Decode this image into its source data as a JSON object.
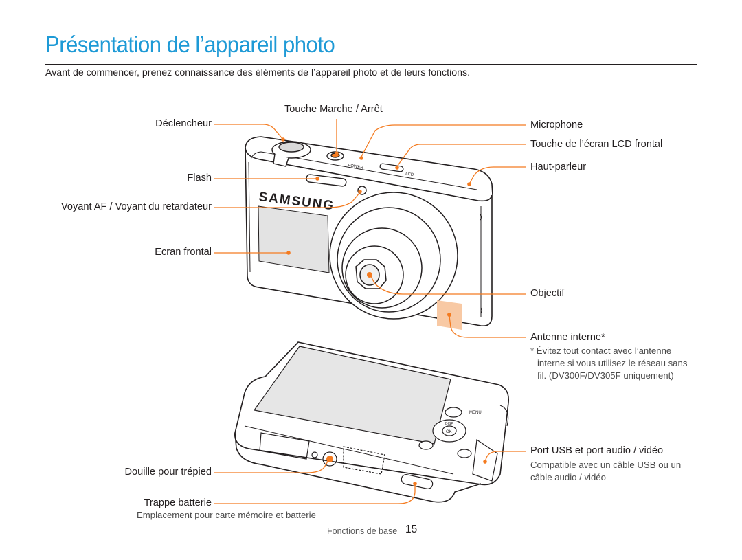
{
  "page": {
    "title": "Présentation de l’appareil photo",
    "intro": "Avant de commencer, prenez connaissance des éléments de l’appareil photo et de leurs fonctions."
  },
  "labels": {
    "power": "Touche Marche / Arrêt",
    "shutter": "Déclencheur",
    "microphone": "Microphone",
    "front_lcd_button": "Touche de l’écran LCD frontal",
    "speaker": "Haut-parleur",
    "flash": "Flash",
    "af_lamp": "Voyant AF / Voyant du retardateur",
    "front_screen": "Ecran frontal",
    "lens": "Objectif",
    "antenna": "Antenne interne*",
    "antenna_note": [
      "* Évitez tout contact avec l’antenne",
      "interne si vous utilisez le réseau sans",
      "fil. (DV300F/DV305F uniquement)"
    ],
    "usb_port": "Port USB et port audio / vidéo",
    "usb_note": [
      "Compatible avec un câble USB ou un",
      "câble audio / vidéo"
    ],
    "tripod": "Douille pour trépied",
    "battery": "Trappe batterie",
    "battery_note": "Emplacement pour carte mémoire et batterie"
  },
  "camera_marks": {
    "brand": "SAMSUNG",
    "power_mark": "POWER",
    "lcd_mark": "LCD",
    "menu_mark": "MENU",
    "disp_mark": "DISP",
    "ok_mark": "OK"
  },
  "footer": {
    "section": "Fonctions de base",
    "page_number": "15"
  },
  "colors": {
    "title": "#1e9ad6",
    "callout": "#f47b20",
    "text": "#231f20"
  }
}
